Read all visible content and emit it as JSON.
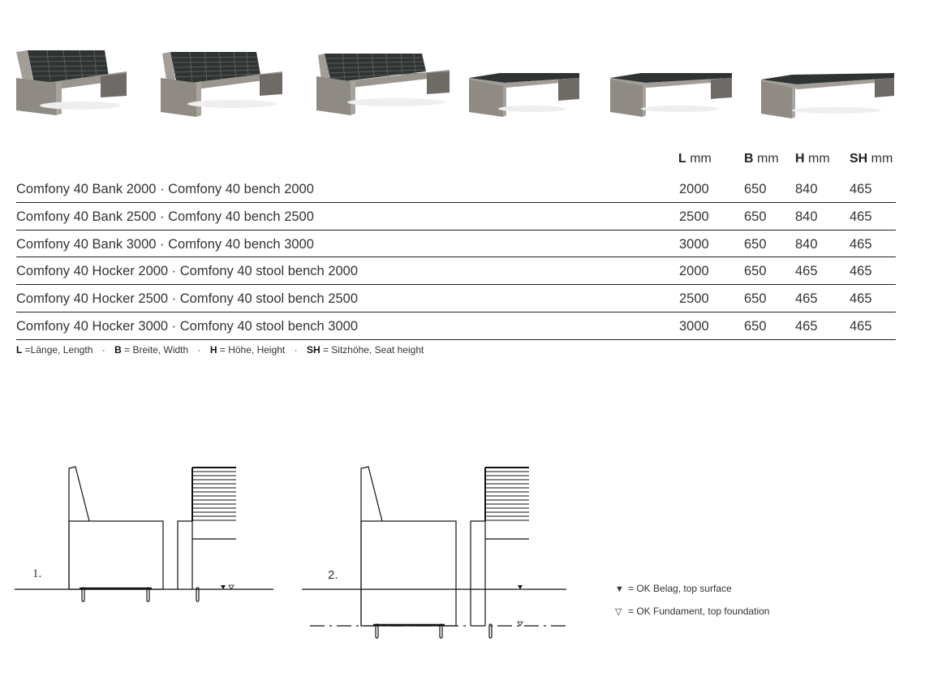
{
  "products": [
    {
      "name": "bench-2000",
      "type": "bench"
    },
    {
      "name": "bench-2500",
      "type": "bench"
    },
    {
      "name": "bench-3000",
      "type": "bench"
    },
    {
      "name": "stool-bench-2000",
      "type": "stool"
    },
    {
      "name": "stool-bench-2500",
      "type": "stool"
    },
    {
      "name": "stool-bench-3000",
      "type": "stool"
    }
  ],
  "table": {
    "headers": [
      {
        "bold": "L",
        "unit": " mm"
      },
      {
        "bold": "B",
        "unit": " mm"
      },
      {
        "bold": "H",
        "unit": " mm"
      },
      {
        "bold": "SH",
        "unit": " mm"
      }
    ],
    "rows": [
      {
        "name": "Comfony 40 Bank 2000 · Comfony 40 bench 2000",
        "L": "2000",
        "B": "650",
        "H": "840",
        "SH": "465"
      },
      {
        "name": "Comfony 40 Bank 2500 · Comfony 40 bench 2500",
        "L": "2500",
        "B": "650",
        "H": "840",
        "SH": "465"
      },
      {
        "name": "Comfony 40 Bank 3000 · Comfony 40 bench 3000",
        "L": "3000",
        "B": "650",
        "H": "840",
        "SH": "465"
      },
      {
        "name": "Comfony 40 Hocker 2000 · Comfony 40 stool bench 2000",
        "L": "2000",
        "B": "650",
        "H": "465",
        "SH": "465"
      },
      {
        "name": "Comfony 40 Hocker 2500 · Comfony 40 stool bench 2500",
        "L": "2500",
        "B": "650",
        "H": "465",
        "SH": "465"
      },
      {
        "name": "Comfony 40 Hocker 3000 · Comfony 40 stool bench 3000",
        "L": "3000",
        "B": "650",
        "H": "465",
        "SH": "465"
      }
    ]
  },
  "abbreviations": [
    {
      "key": "L",
      "text": " =Länge, Length"
    },
    {
      "key": "B",
      "text": " = Breite, Width"
    },
    {
      "key": "H",
      "text": " = Höhe, Height"
    },
    {
      "key": "SH",
      "text": " = Sitzhöhe, Seat height"
    }
  ],
  "abbreviation_separator": "·",
  "drawings": [
    {
      "label": "1."
    },
    {
      "label": "2."
    }
  ],
  "key": [
    {
      "symbol": "▼",
      "text": "= OK Belag, top surface"
    },
    {
      "symbol": "▽",
      "text": "= OK Fundament, top foundation"
    }
  ],
  "colors": {
    "concrete": "#8f8a84",
    "concrete_dark": "#6e6a65",
    "slats": "#2f3331",
    "line": "#111111"
  }
}
